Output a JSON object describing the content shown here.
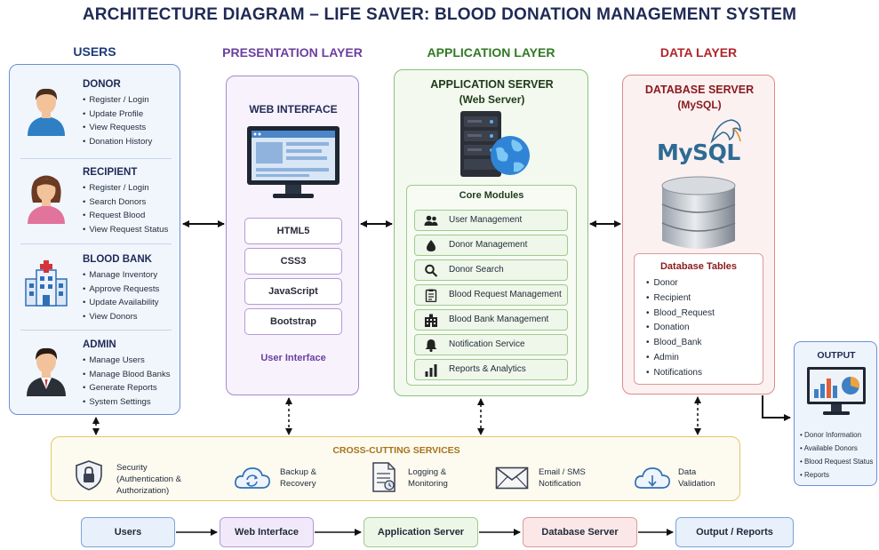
{
  "title": "ARCHITECTURE DIAGRAM – LIFE SAVER: BLOOD DONATION MANAGEMENT SYSTEM",
  "columns": {
    "users": "USERS",
    "presentation": "PRESENTATION LAYER",
    "application": "APPLICATION LAYER",
    "data": "DATA LAYER"
  },
  "users": [
    {
      "name": "DONOR",
      "icon": "donor-avatar-icon",
      "items": [
        "Register / Login",
        "Update Profile",
        "View Requests",
        "Donation History"
      ]
    },
    {
      "name": "RECIPIENT",
      "icon": "recipient-avatar-icon",
      "items": [
        "Register / Login",
        "Search Donors",
        "Request Blood",
        "View Request Status"
      ]
    },
    {
      "name": "BLOOD BANK",
      "icon": "hospital-icon",
      "items": [
        "Manage Inventory",
        "Approve Requests",
        "Update Availability",
        "View Donors"
      ]
    },
    {
      "name": "ADMIN",
      "icon": "admin-avatar-icon",
      "items": [
        "Manage Users",
        "Manage Blood Banks",
        "Generate Reports",
        "System Settings"
      ]
    }
  ],
  "presentation": {
    "heading": "WEB INTERFACE",
    "icon": "monitor-icon",
    "tech": [
      "HTML5",
      "CSS3",
      "JavaScript",
      "Bootstrap"
    ],
    "footer": "User Interface"
  },
  "application": {
    "heading": "APPLICATION SERVER",
    "subheading": "(Web Server)",
    "icon": "server-globe-icon",
    "modules_title": "Core Modules",
    "modules": [
      {
        "label": "User Management",
        "icon": "users-icon"
      },
      {
        "label": "Donor Management",
        "icon": "blood-drop-icon"
      },
      {
        "label": "Donor Search",
        "icon": "search-icon"
      },
      {
        "label": "Blood Request Management",
        "icon": "clipboard-icon"
      },
      {
        "label": "Blood Bank Management",
        "icon": "building-icon"
      },
      {
        "label": "Notification Service",
        "icon": "bell-icon"
      },
      {
        "label": "Reports & Analytics",
        "icon": "bar-chart-icon"
      }
    ]
  },
  "data": {
    "heading": "DATABASE SERVER",
    "subheading": "(MySQL)",
    "logo_text": "MySQL",
    "icon": "database-icon",
    "tables_title": "Database Tables",
    "tables": [
      "Donor",
      "Recipient",
      "Blood_Request",
      "Donation",
      "Blood_Bank",
      "Admin",
      "Notifications"
    ]
  },
  "output": {
    "heading": "OUTPUT",
    "icon": "dashboard-monitor-icon",
    "items": [
      "Donor Information",
      "Available Donors",
      "Blood Request Status",
      "Reports"
    ]
  },
  "cross_cutting": {
    "title": "CROSS-CUTTING SERVICES",
    "services": [
      {
        "line1": "Security",
        "line2": "(Authentication &",
        "line3": "Authorization)",
        "icon": "lock-shield-icon"
      },
      {
        "line1": "Backup &",
        "line2": "Recovery",
        "line3": "",
        "icon": "cloud-sync-icon"
      },
      {
        "line1": "Logging &",
        "line2": "Monitoring",
        "line3": "",
        "icon": "log-document-icon"
      },
      {
        "line1": "Email / SMS",
        "line2": "Notification",
        "line3": "",
        "icon": "envelope-icon"
      },
      {
        "line1": "Data",
        "line2": "Validation",
        "line3": "",
        "icon": "cloud-check-icon"
      }
    ]
  },
  "flow": [
    "Users",
    "Web Interface",
    "Application Server",
    "Database Server",
    "Output / Reports"
  ],
  "colors": {
    "title": "#1f2a55",
    "users": "#1f3a7a",
    "presentation": "#6a3fa0",
    "application": "#2f7a22",
    "data": "#b0262a",
    "cross": "#a6741a"
  }
}
